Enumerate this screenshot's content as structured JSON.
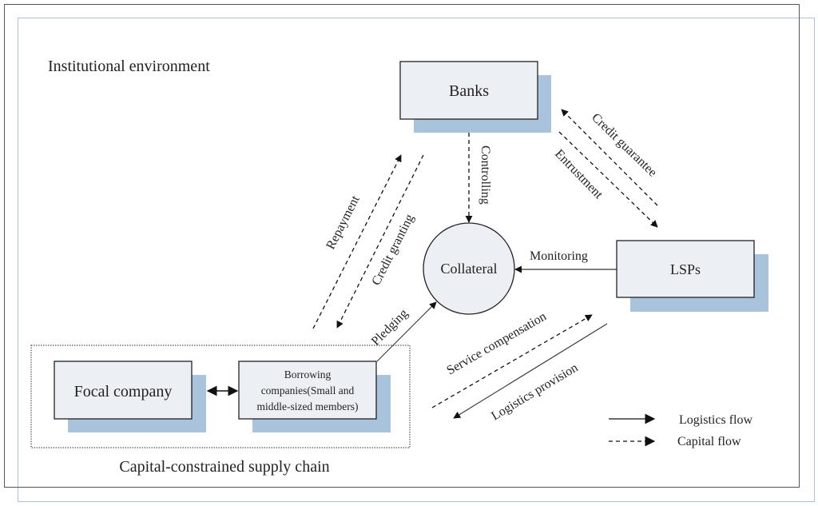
{
  "diagram": {
    "environment_label": "Institutional environment",
    "supply_chain_label": "Capital-constrained supply chain",
    "nodes": {
      "banks": "Banks",
      "lsps": "LSPs",
      "collateral": "Collateral",
      "focal": "Focal company",
      "borrowing": [
        "Borrowing",
        "companies(Small and",
        "middle-sized members)"
      ]
    },
    "edges": {
      "repayment": "Repayment",
      "credit_granting": "Credit granting",
      "controlling": "Controlling",
      "credit_guarantee": "Credit guarantee",
      "entrustment": "Entrustment",
      "monitoring": "Monitoring",
      "pledging": "Pledging",
      "service_compensation": "Service compensation",
      "logistics_provision": "Logistics provision"
    },
    "legend": {
      "logistics": "Logistics flow",
      "capital": "Capital flow"
    },
    "colors": {
      "box_fill": "#eceff4",
      "shadow": "#a9c3dc",
      "stroke": "#222222"
    }
  }
}
